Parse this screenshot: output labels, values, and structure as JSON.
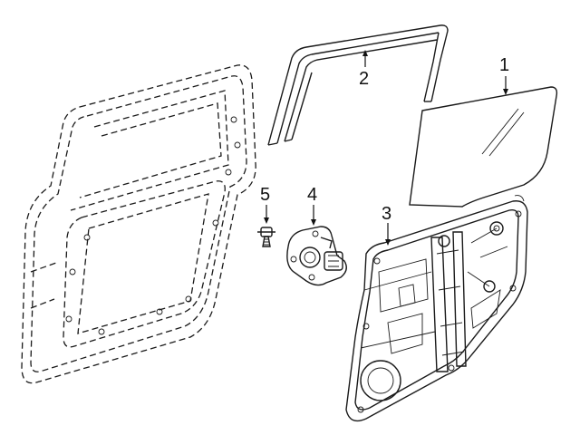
{
  "callouts": {
    "c1": "1",
    "c2": "2",
    "c3": "3",
    "c4": "4",
    "c5": "5"
  },
  "parts": [
    {
      "callout": "1",
      "icon": "door-glass-icon"
    },
    {
      "callout": "2",
      "icon": "glass-run-channel-icon"
    },
    {
      "callout": "3",
      "icon": "window-regulator-module-icon"
    },
    {
      "callout": "4",
      "icon": "regulator-motor-icon"
    },
    {
      "callout": "5",
      "icon": "bolt-icon"
    }
  ],
  "colors": {
    "line": "#1a1a1a",
    "background": "#ffffff"
  }
}
